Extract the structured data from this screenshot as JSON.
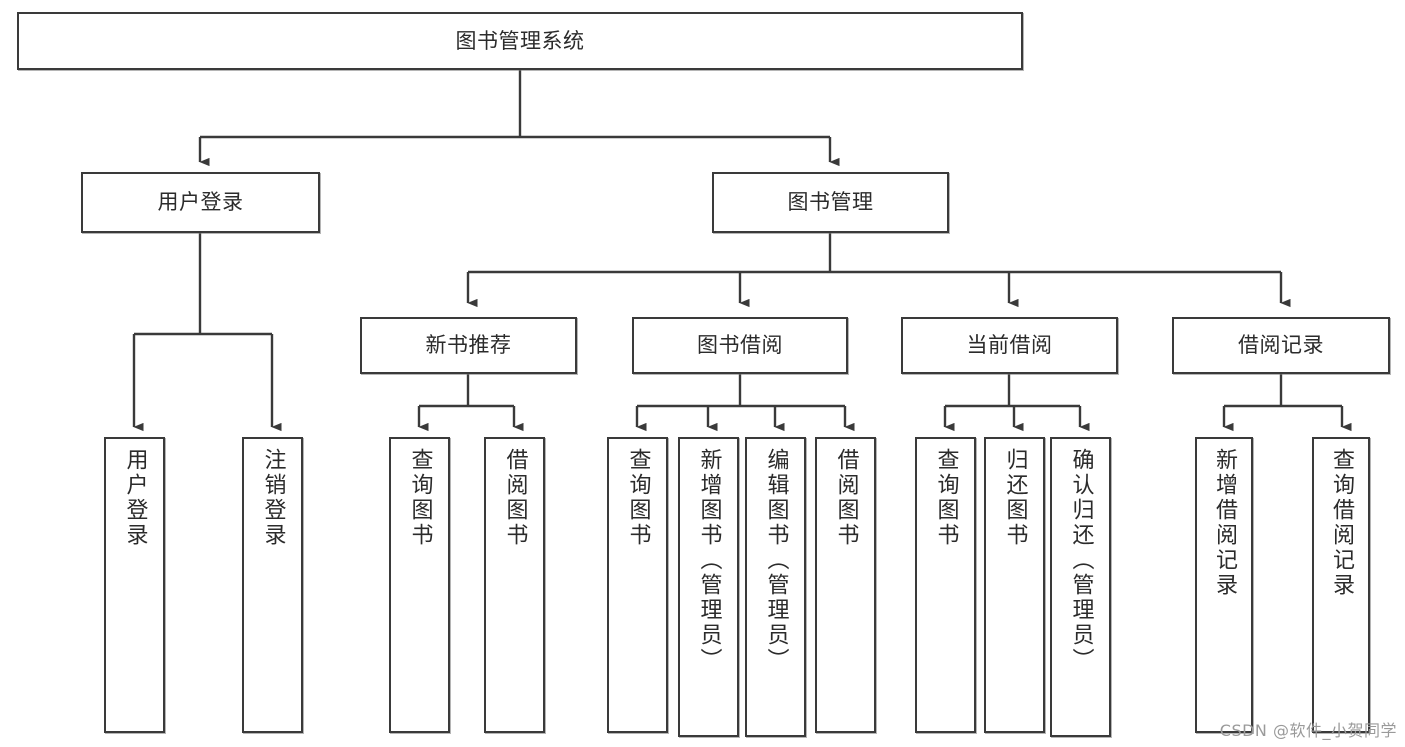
{
  "diagram": {
    "title": "图书管理系统",
    "type": "tree-hierarchy-diagram",
    "colors": {
      "stroke": "#3a3a3a",
      "box_fill": "#ffffff",
      "text": "#2b2b2b",
      "watermark": "#9a9a9a",
      "background": "#ffffff"
    },
    "root": {
      "id": "root",
      "label": "图书管理系统",
      "orientation": "horizontal"
    },
    "level2": [
      {
        "id": "user-login",
        "label": "用户登录",
        "orientation": "horizontal"
      },
      {
        "id": "book-management",
        "label": "图书管理",
        "orientation": "horizontal"
      }
    ],
    "level3": [
      {
        "id": "new-book-recommend",
        "label": "新书推荐",
        "orientation": "horizontal"
      },
      {
        "id": "book-borrow",
        "label": "图书借阅",
        "orientation": "horizontal"
      },
      {
        "id": "current-borrow",
        "label": "当前借阅",
        "orientation": "horizontal"
      },
      {
        "id": "borrow-record",
        "label": "借阅记录",
        "orientation": "horizontal"
      }
    ],
    "leaves": {
      "user-login": [
        {
          "id": "leaf-user-login",
          "label": "用户登录",
          "orientation": "vertical"
        },
        {
          "id": "leaf-logout-login",
          "label": "注销登录",
          "orientation": "vertical"
        }
      ],
      "new-book-recommend": [
        {
          "id": "leaf-query-book-1",
          "label": "查询图书",
          "orientation": "vertical"
        },
        {
          "id": "leaf-borrow-book-1",
          "label": "借阅图书",
          "orientation": "vertical"
        }
      ],
      "book-borrow": [
        {
          "id": "leaf-query-book-2",
          "label": "查询图书",
          "orientation": "vertical"
        },
        {
          "id": "leaf-add-book-admin",
          "label": "新增图书（管理员）",
          "orientation": "vertical"
        },
        {
          "id": "leaf-edit-book-admin",
          "label": "编辑图书（管理员）",
          "orientation": "vertical"
        },
        {
          "id": "leaf-borrow-book-2",
          "label": "借阅图书",
          "orientation": "vertical"
        }
      ],
      "current-borrow": [
        {
          "id": "leaf-query-book-3",
          "label": "查询图书",
          "orientation": "vertical"
        },
        {
          "id": "leaf-return-book",
          "label": "归还图书",
          "orientation": "vertical"
        },
        {
          "id": "leaf-confirm-return-admin",
          "label": "确认归还（管理员）",
          "orientation": "vertical"
        }
      ],
      "borrow-record": [
        {
          "id": "leaf-add-borrow-record",
          "label": "新增借阅记录",
          "orientation": "vertical"
        },
        {
          "id": "leaf-query-borrow-record",
          "label": "查询借阅记录",
          "orientation": "vertical"
        }
      ]
    },
    "watermark": "CSDN @软件_小贺同学"
  }
}
